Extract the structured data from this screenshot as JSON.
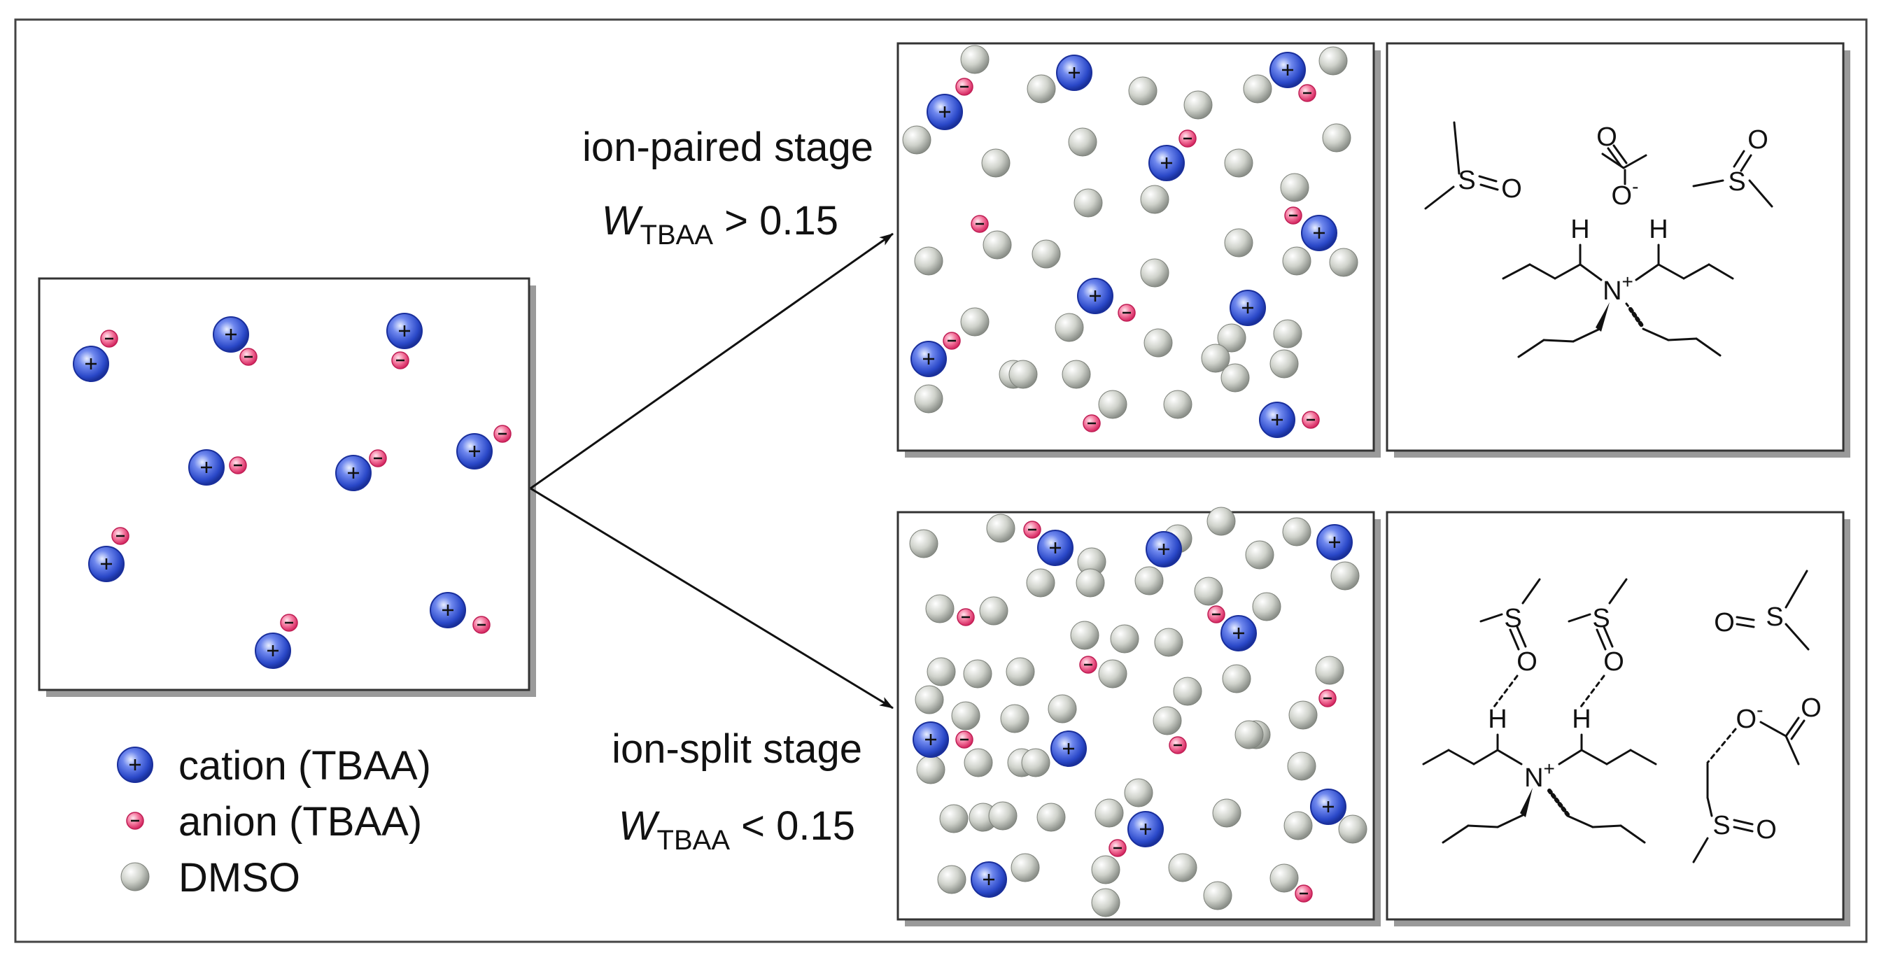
{
  "stages": {
    "paired": {
      "name": "ion-paired stage",
      "w_symbol": "W",
      "w_subscript": "TBAA",
      "w_condition": " > 0.15"
    },
    "split": {
      "name": "ion-split stage",
      "w_symbol": "W",
      "w_subscript": "TBAA",
      "w_condition": " < 0.15"
    }
  },
  "legend": {
    "cation": "cation (TBAA)",
    "anion": "anion (TBAA)",
    "dmso": "DMSO"
  },
  "glyphs": {
    "plus": "+",
    "minus": "−"
  },
  "chem": {
    "S": "S",
    "O": "O",
    "H": "H",
    "N": "N",
    "O_minus": "O",
    "minus_sup": "-",
    "plus_sup": "+"
  },
  "colors": {
    "cation": "#2a48c8",
    "anion": "#e0306a",
    "dmso": "#c8cbc4",
    "frame": "#333333"
  },
  "particles": {
    "initial": {
      "cations": [
        [
          130,
          520
        ],
        [
          330,
          478
        ],
        [
          578,
          473
        ],
        [
          295,
          668
        ],
        [
          505,
          676
        ],
        [
          678,
          645
        ],
        [
          152,
          806
        ],
        [
          640,
          872
        ],
        [
          390,
          930
        ]
      ],
      "anions": [
        [
          156,
          484
        ],
        [
          355,
          510
        ],
        [
          572,
          515
        ],
        [
          340,
          665
        ],
        [
          540,
          655
        ],
        [
          718,
          620
        ],
        [
          172,
          766
        ],
        [
          688,
          893
        ],
        [
          413,
          890
        ]
      ]
    },
    "paired": {
      "cations": [
        [
          1535,
          104
        ],
        [
          1840,
          100
        ],
        [
          1350,
          160
        ],
        [
          1667,
          233
        ],
        [
          1885,
          333
        ],
        [
          1565,
          423
        ],
        [
          1783,
          440
        ],
        [
          1327,
          513
        ],
        [
          1825,
          600
        ]
      ],
      "anions": [
        [
          1378,
          124
        ],
        [
          1868,
          133
        ],
        [
          1697,
          198
        ],
        [
          1848,
          308
        ],
        [
          1400,
          320
        ],
        [
          1610,
          447
        ],
        [
          1360,
          487
        ],
        [
          1873,
          600
        ],
        [
          1560,
          605
        ]
      ],
      "dmso": [
        [
          1393,
          85
        ],
        [
          1488,
          127
        ],
        [
          1633,
          130
        ],
        [
          1712,
          150
        ],
        [
          1797,
          127
        ],
        [
          1905,
          87
        ],
        [
          1310,
          200
        ],
        [
          1423,
          233
        ],
        [
          1547,
          203
        ],
        [
          1770,
          233
        ],
        [
          1850,
          268
        ],
        [
          1910,
          197
        ],
        [
          1555,
          290
        ],
        [
          1650,
          285
        ],
        [
          1425,
          350
        ],
        [
          1495,
          363
        ],
        [
          1327,
          373
        ],
        [
          1650,
          390
        ],
        [
          1770,
          347
        ],
        [
          1853,
          373
        ],
        [
          1920,
          375
        ],
        [
          1528,
          468
        ],
        [
          1393,
          460
        ],
        [
          1655,
          490
        ],
        [
          1760,
          483
        ],
        [
          1840,
          477
        ],
        [
          1448,
          535
        ],
        [
          1737,
          512
        ],
        [
          1835,
          520
        ],
        [
          1327,
          570
        ],
        [
          1462,
          535
        ],
        [
          1538,
          535
        ],
        [
          1590,
          578
        ],
        [
          1683,
          578
        ],
        [
          1765,
          540
        ]
      ]
    },
    "split": {
      "cations": [
        [
          1508,
          783
        ],
        [
          1663,
          785
        ],
        [
          1907,
          775
        ],
        [
          1770,
          905
        ],
        [
          1330,
          1057
        ],
        [
          1527,
          1070
        ],
        [
          1637,
          1185
        ],
        [
          1898,
          1153
        ],
        [
          1413,
          1257
        ]
      ],
      "anions": [
        [
          1475,
          757
        ],
        [
          1380,
          882
        ],
        [
          1738,
          878
        ],
        [
          1555,
          950
        ],
        [
          1897,
          998
        ],
        [
          1378,
          1057
        ],
        [
          1683,
          1065
        ],
        [
          1597,
          1212
        ],
        [
          1863,
          1277
        ]
      ],
      "dmso": [
        [
          1320,
          777
        ],
        [
          1430,
          755
        ],
        [
          1853,
          760
        ],
        [
          1560,
          803
        ],
        [
          1800,
          793
        ],
        [
          1683,
          770
        ],
        [
          1745,
          745
        ],
        [
          1487,
          833
        ],
        [
          1558,
          833
        ],
        [
          1642,
          830
        ],
        [
          1727,
          845
        ],
        [
          1810,
          867
        ],
        [
          1922,
          823
        ],
        [
          1343,
          870
        ],
        [
          1420,
          873
        ],
        [
          1550,
          908
        ],
        [
          1607,
          913
        ],
        [
          1670,
          918
        ],
        [
          1345,
          960
        ],
        [
          1397,
          963
        ],
        [
          1458,
          960
        ],
        [
          1590,
          963
        ],
        [
          1697,
          988
        ],
        [
          1767,
          970
        ],
        [
          1900,
          958
        ],
        [
          1328,
          1000
        ],
        [
          1518,
          1013
        ],
        [
          1668,
          1030
        ],
        [
          1795,
          1050
        ],
        [
          1450,
          1027
        ],
        [
          1380,
          1023
        ],
        [
          1862,
          1022
        ],
        [
          1785,
          1050
        ],
        [
          1460,
          1090
        ],
        [
          1398,
          1090
        ],
        [
          1480,
          1090
        ],
        [
          1330,
          1100
        ],
        [
          1627,
          1133
        ],
        [
          1860,
          1095
        ],
        [
          1405,
          1168
        ],
        [
          1363,
          1170
        ],
        [
          1433,
          1166
        ],
        [
          1502,
          1168
        ],
        [
          1585,
          1162
        ],
        [
          1753,
          1162
        ],
        [
          1855,
          1180
        ],
        [
          1933,
          1185
        ],
        [
          1360,
          1257
        ],
        [
          1465,
          1240
        ],
        [
          1580,
          1243
        ],
        [
          1690,
          1240
        ],
        [
          1740,
          1280
        ],
        [
          1835,
          1255
        ],
        [
          1580,
          1290
        ]
      ]
    },
    "legend": {
      "cation": [
        193,
        1093
      ],
      "anion": [
        193,
        1173
      ],
      "dmso": [
        193,
        1253
      ]
    }
  }
}
